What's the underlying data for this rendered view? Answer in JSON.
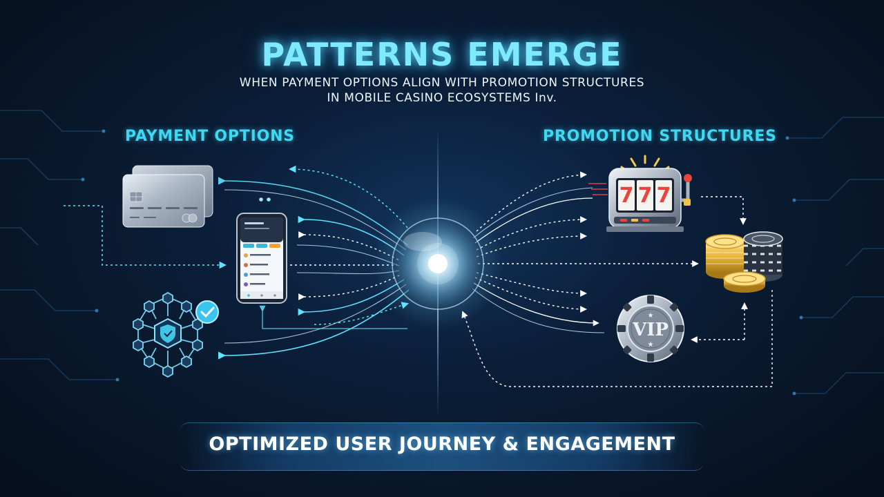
{
  "header": {
    "title": "PATTERNS EMERGE",
    "subtitle_line1": "WHEN PAYMENT OPTIONS ALIGN WITH PROMOTION STRUCTURES",
    "subtitle_line2": "IN MOBILE CASINO ECOSYSTEMS Inv."
  },
  "left_column": {
    "heading": "PAYMENT OPTIONS",
    "items": [
      {
        "name": "credit-card",
        "icon": "credit-card-icon"
      },
      {
        "name": "mobile-app",
        "icon": "smartphone-icon"
      },
      {
        "name": "blockchain-network",
        "icon": "network-shield-icon"
      }
    ]
  },
  "right_column": {
    "heading": "PROMOTION STRUCTURES",
    "items": [
      {
        "name": "slot-machine",
        "icon": "slot-machine-icon",
        "label": "777"
      },
      {
        "name": "casino-chips",
        "icon": "chips-icon"
      },
      {
        "name": "vip-token",
        "icon": "vip-chip-icon",
        "label": "VIP"
      }
    ]
  },
  "center": {
    "icon": "glowing-orb-icon"
  },
  "footer": {
    "banner": "OPTIMIZED USER JOURNEY & ENGAGEMENT"
  },
  "colors": {
    "accent": "#3fd8f2",
    "title_glow": "#7fe9ff",
    "background": "#0b1f3a",
    "gold": "#e6b53a"
  }
}
